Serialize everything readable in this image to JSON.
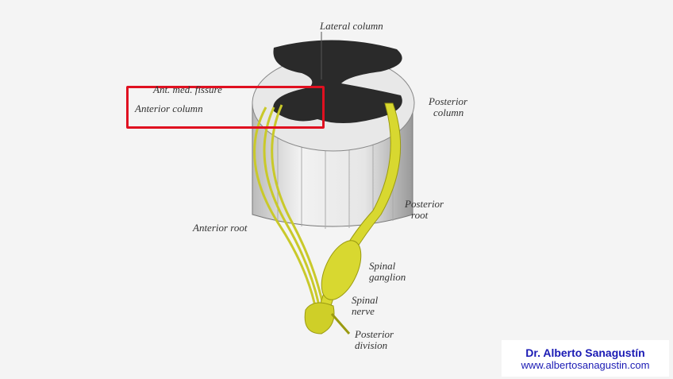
{
  "labels": {
    "lateral_column": "Lateral column",
    "ant_med_fissure": "Ant. med. fissure",
    "anterior_column": "Anterior column",
    "posterior_column": [
      "Posterior",
      "column"
    ],
    "posterior_root": [
      "Posterior",
      "root"
    ],
    "anterior_root": "Anterior root",
    "spinal_ganglion": [
      "Spinal",
      "ganglion"
    ],
    "spinal_nerve": [
      "Spinal",
      "nerve"
    ],
    "posterior_division": [
      "Posterior",
      "division"
    ]
  },
  "highlight": {
    "color": "#e01020",
    "target": "Anterior column"
  },
  "watermark": {
    "name": "Dr. Alberto Sanagustín",
    "url": "www.albertosanagustin.com",
    "color": "#1a1ab4"
  }
}
